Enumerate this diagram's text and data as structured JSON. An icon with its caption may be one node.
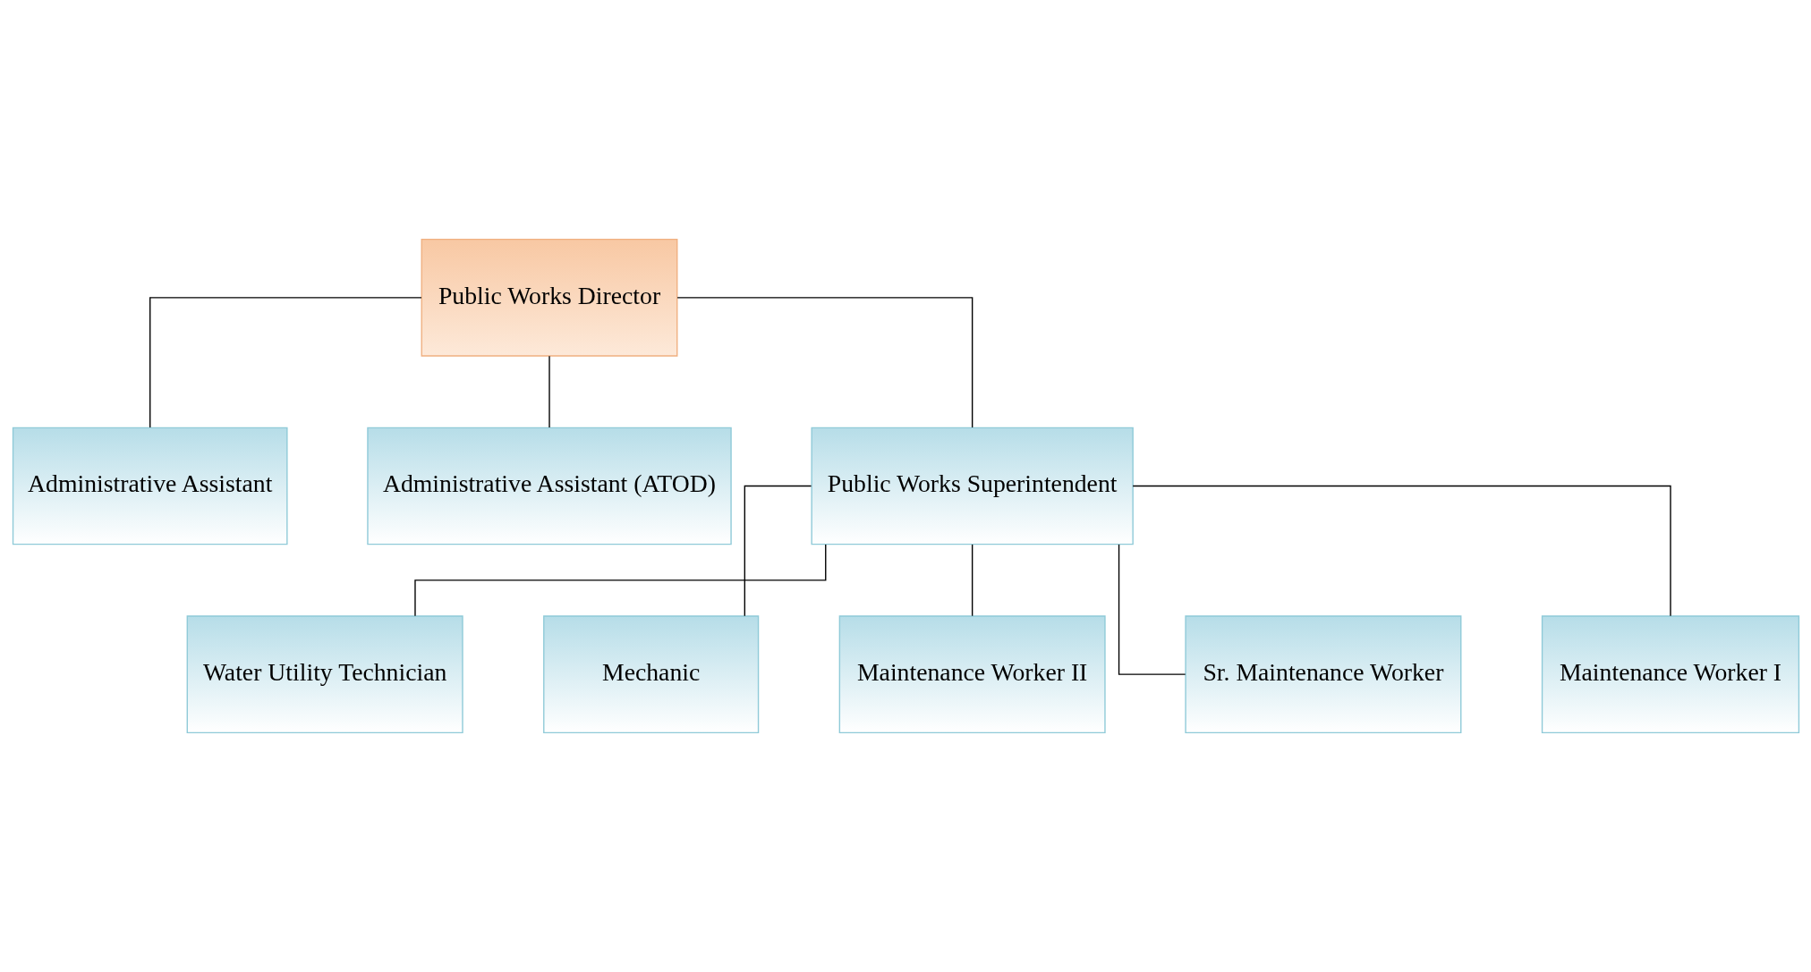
{
  "diagram": {
    "nodes": [
      {
        "text": [
          "Public Works Director"
        ]
      },
      {
        "text": [
          "Administrative Assistant"
        ]
      },
      {
        "text": [
          "Administrative Assistant (ATOD)"
        ]
      },
      {
        "text": [
          "Public Works Superintendent"
        ]
      },
      {
        "text": [
          "Water Utility Technician"
        ]
      },
      {
        "text": [
          "Mechanic"
        ]
      },
      {
        "text": [
          "Maintenance Worker II"
        ]
      },
      {
        "text": [
          "Sr. Maintenance Worker"
        ]
      },
      {
        "text": [
          "Maintenance Worker I"
        ]
      }
    ],
    "edges": [
      {
        "from": 0,
        "to": 1,
        "arrow": "none"
      },
      {
        "from": 0,
        "to": 2,
        "arrow": "none"
      },
      {
        "from": 0,
        "to": 3,
        "arrow": "none"
      },
      {
        "from": 3,
        "to": 4,
        "arrow": "none"
      },
      {
        "from": 3,
        "to": 5,
        "arrow": "none"
      },
      {
        "from": 3,
        "to": 6,
        "arrow": "none"
      },
      {
        "from": 3,
        "to": 7,
        "arrow": "none"
      },
      {
        "from": 3,
        "to": 8,
        "arrow": "none"
      }
    ]
  }
}
